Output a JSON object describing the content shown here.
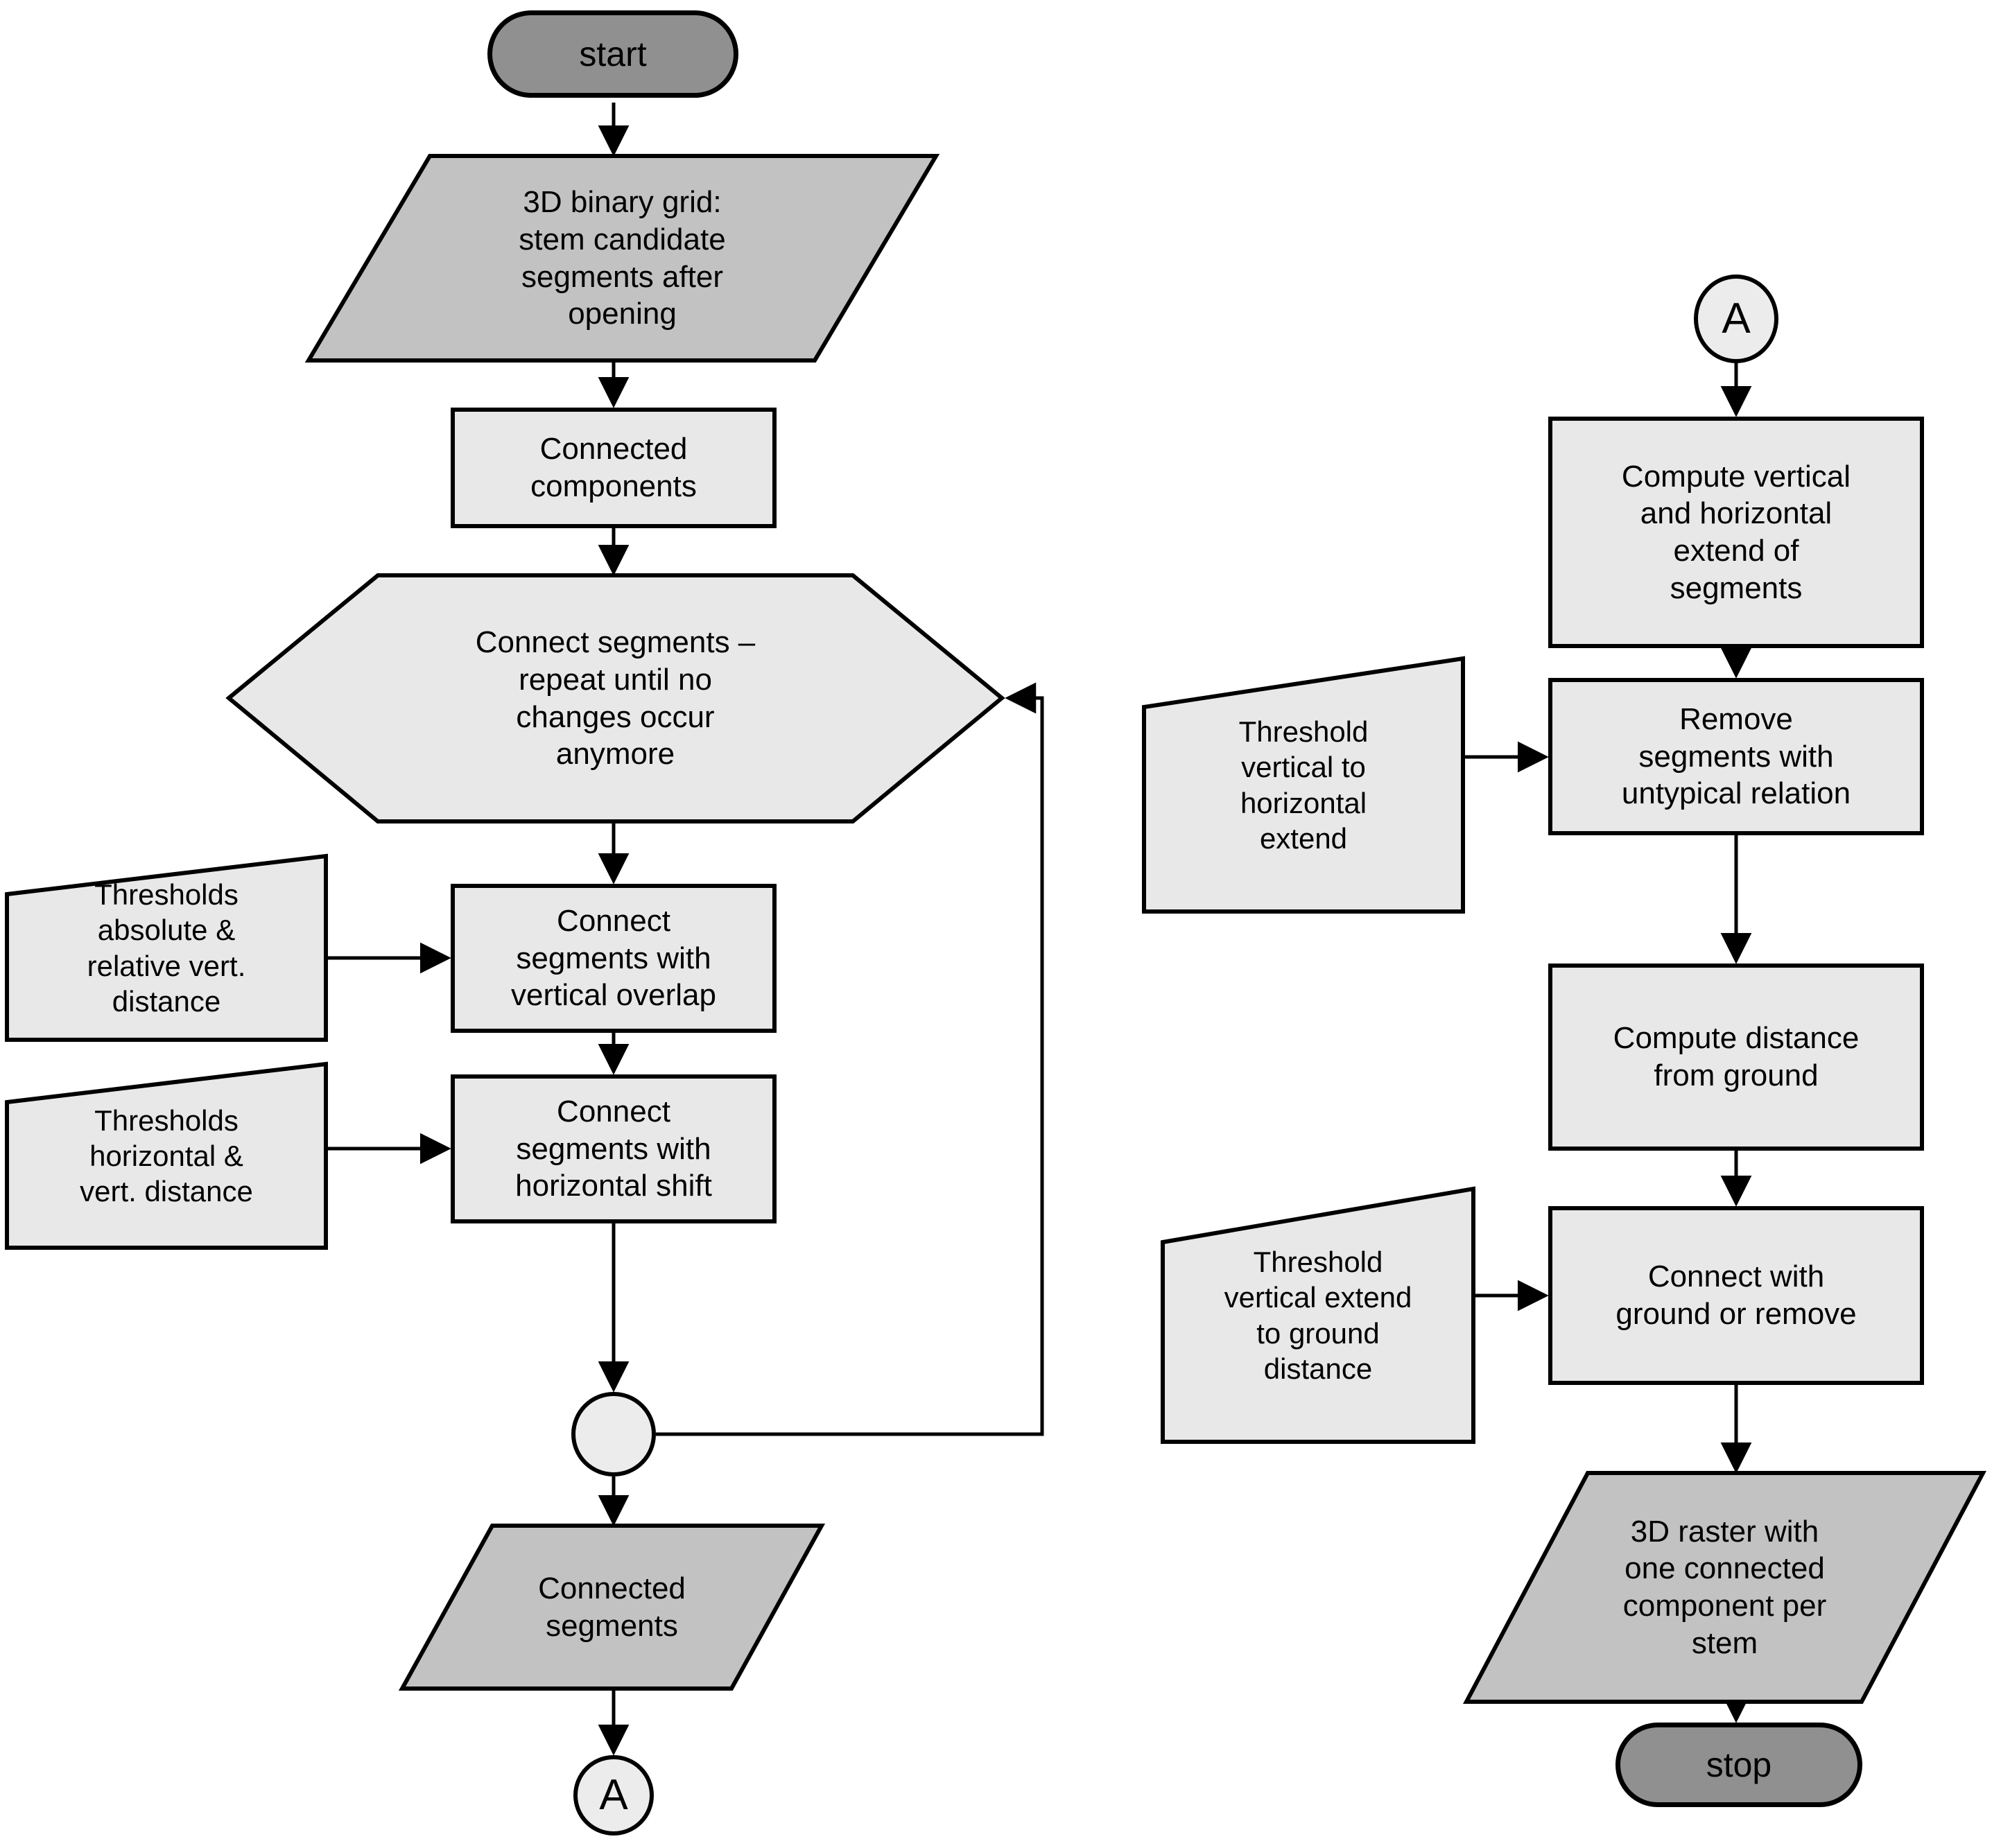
{
  "colors": {
    "background": "#ffffff",
    "line": "#000000",
    "terminator_fill": "#909090",
    "io_fill": "#c2c2c2",
    "process_fill": "#e8e8e8",
    "connector_fill": "#ececec"
  },
  "nodes": {
    "start": {
      "label": "start"
    },
    "input_grid": {
      "label": "3D binary grid:\nstem candidate\nsegments after\nopening"
    },
    "connected_components": {
      "label": "Connected\ncomponents"
    },
    "connect_loop": {
      "label": "Connect segments –\nrepeat until no\nchanges occur\nanymore"
    },
    "thresholds_vert": {
      "label": "Thresholds\nabsolute &\nrelative vert.\ndistance"
    },
    "connect_vertical_overlap": {
      "label": "Connect\nsegments with\nvertical overlap"
    },
    "thresholds_horiz": {
      "label": "Thresholds\nhorizontal &\nvert. distance"
    },
    "connect_horizontal_shift": {
      "label": "Connect\nsegments with\nhorizontal shift"
    },
    "connected_segments": {
      "label": "Connected\nsegments"
    },
    "connector_a_left": {
      "label": "A"
    },
    "connector_a_right": {
      "label": "A"
    },
    "compute_extend": {
      "label": "Compute vertical\nand horizontal\nextend of\nsegments"
    },
    "threshold_vert_horiz": {
      "label": "Threshold\nvertical to\nhorizontal\nextend"
    },
    "remove_untypical": {
      "label": "Remove\nsegments with\nuntypical relation"
    },
    "compute_ground_distance": {
      "label": "Compute distance\nfrom ground"
    },
    "threshold_ground": {
      "label": "Threshold\nvertical extend\nto ground\ndistance"
    },
    "connect_ground": {
      "label": "Connect with\nground or remove"
    },
    "raster_output": {
      "label": "3D raster with\none connected\ncomponent per\nstem"
    },
    "stop": {
      "label": "stop"
    }
  }
}
